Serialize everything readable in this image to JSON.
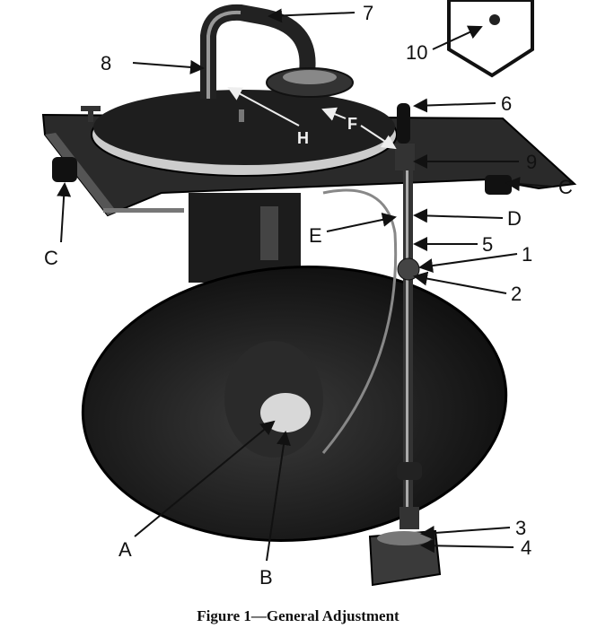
{
  "figure": {
    "caption": "Figure 1—General Adjustment",
    "labels": {
      "l7": "7",
      "l8": "8",
      "l10": "10",
      "l6": "6",
      "l9": "9",
      "c_right": "C",
      "d": "D",
      "e": "E",
      "l5": "5",
      "l1": "1",
      "l2": "2",
      "c_left": "C",
      "a": "A",
      "b": "B",
      "l3": "3",
      "l4": "4",
      "h": "H",
      "f": "F"
    }
  }
}
